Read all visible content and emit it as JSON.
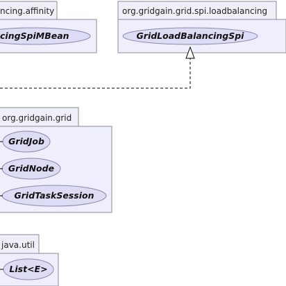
{
  "packages": [
    {
      "name": "ncing.affinity",
      "classes": [
        "cingSpiMBean"
      ]
    },
    {
      "name": "org.gridgain.grid.spi.loadbalancing",
      "classes": [
        "GridLoadBalancingSpi"
      ]
    },
    {
      "name": "org.gridgain.grid",
      "classes": [
        "GridJob",
        "GridNode",
        "GridTaskSession"
      ]
    },
    {
      "name": "java.util",
      "classes": [
        "List<E>"
      ]
    }
  ]
}
